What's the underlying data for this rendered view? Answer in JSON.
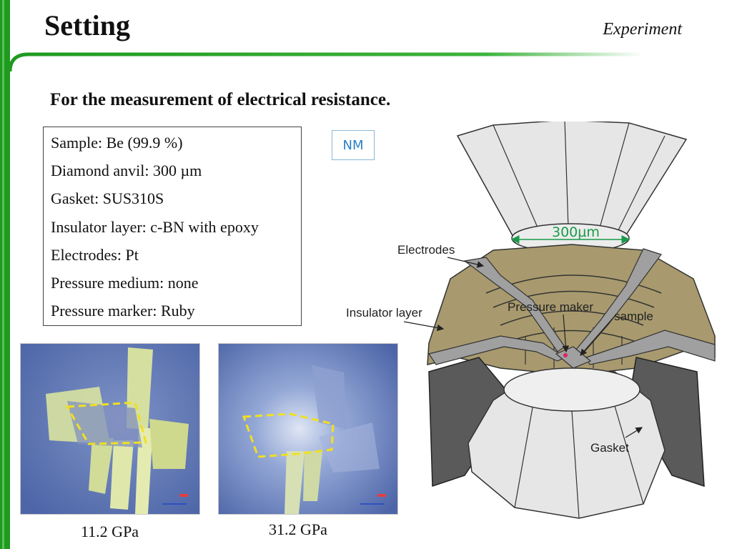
{
  "header": {
    "title": "Setting",
    "section": "Experiment"
  },
  "subtitle": "For the measurement of electrical resistance.",
  "conditions": [
    "Sample: Be (99.9 %)",
    "Diamond anvil: 300 µm",
    "Gasket: SUS310S",
    "Insulator layer: c-BN with epoxy",
    "Electrodes: Pt",
    "Pressure medium: none",
    "Pressure marker: Ruby"
  ],
  "medium_tag": "NM",
  "photos": [
    {
      "caption": "11.2 GPa"
    },
    {
      "caption": "31.2 GPa"
    }
  ],
  "diagram": {
    "labels": {
      "culet": "300µm",
      "electrodes": "Electrodes",
      "insulator": "Insulator layer",
      "pressure_marker": "Pressure maker",
      "sample": "sample",
      "gasket": "Gasket"
    }
  },
  "colors": {
    "frame_green": "#1f9a1f",
    "insulator": "#a89a6e",
    "gasket": "#5a5a5a",
    "anvil": "#e6e6e6",
    "electrode": "#a0a0a0",
    "culet_arrow": "#1a9a4a",
    "photo_bg": "#5a74b6",
    "outline_dash": "#f0e020"
  }
}
